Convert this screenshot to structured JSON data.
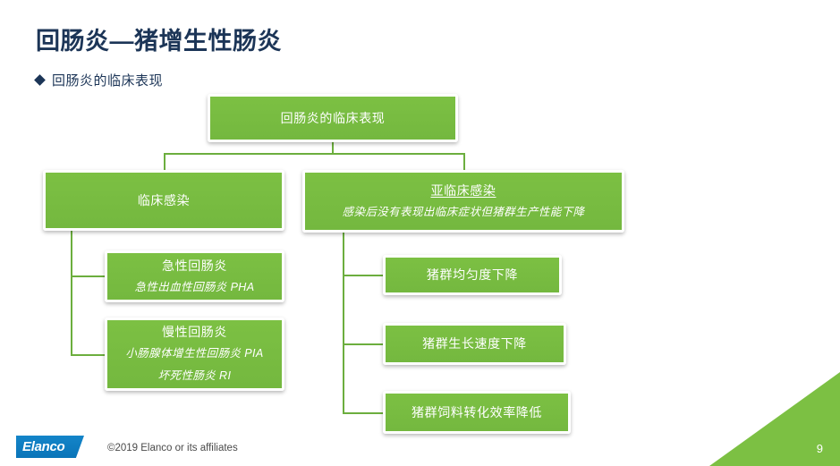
{
  "slide": {
    "title": "回肠炎—猪增生性肠炎",
    "bullet": {
      "icon": "diamond-bullet-icon",
      "text": "回肠炎的临床表现"
    },
    "page_number": "9",
    "accent_green": "#7cc043",
    "title_navy": "#1c3557",
    "logo_blue": "#0b7ec4"
  },
  "diagram": {
    "root": {
      "label": "回肠炎的临床表现"
    },
    "clinical": {
      "label": "临床感染",
      "children": [
        {
          "label": "急性回肠炎",
          "sub1": "急性出血性回肠炎 PHA"
        },
        {
          "label": "慢性回肠炎",
          "sub1": "小肠腺体增生性回肠炎 PIA",
          "sub2": "坏死性肠炎 RI"
        }
      ]
    },
    "subclinical": {
      "label": "亚临床感染",
      "sub": "感染后没有表现出临床症状但猪群生产性能下降",
      "children": [
        {
          "label": "猪群均匀度下降"
        },
        {
          "label": "猪群生长速度下降"
        },
        {
          "label": "猪群饲料转化效率降低"
        }
      ]
    }
  },
  "footer": {
    "logo_text": "Elanco",
    "copyright": "©2019 Elanco or its affiliates"
  }
}
